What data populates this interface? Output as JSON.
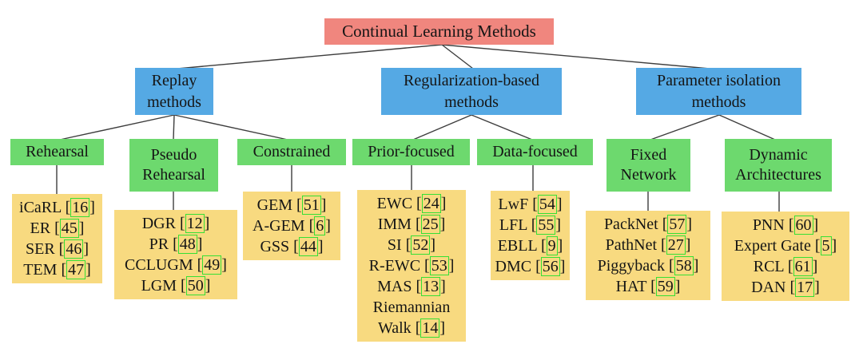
{
  "colors": {
    "root": "#F0867E",
    "branch": "#55A9E4",
    "category": "#6DD96E",
    "leaf": "#F8DA80",
    "ref": "#35E035",
    "line": "#3d3d3d"
  },
  "root": {
    "label": "Continual Learning Methods"
  },
  "branches": [
    {
      "label": "Replay methods"
    },
    {
      "label": "Regularization-based methods"
    },
    {
      "label": "Parameter isolation methods"
    }
  ],
  "categories": [
    {
      "label": "Rehearsal"
    },
    {
      "label": "Pseudo Rehearsal"
    },
    {
      "label": "Constrained"
    },
    {
      "label": "Prior-focused"
    },
    {
      "label": "Data-focused"
    },
    {
      "label": "Fixed Network"
    },
    {
      "label": "Dynamic Architectures"
    }
  ],
  "citation_brackets": {
    "open": "[",
    "close": "]"
  },
  "groups": [
    {
      "category": "Rehearsal",
      "methods": [
        {
          "label": "iCaRL",
          "ref": "16"
        },
        {
          "label": "ER",
          "ref": "45"
        },
        {
          "label": "SER",
          "ref": "46"
        },
        {
          "label": "TEM",
          "ref": "47"
        }
      ]
    },
    {
      "category": "Pseudo Rehearsal",
      "methods": [
        {
          "label": "DGR",
          "ref": "12"
        },
        {
          "label": "PR",
          "ref": "48"
        },
        {
          "label": "CCLUGM",
          "ref": "49"
        },
        {
          "label": "LGM",
          "ref": "50"
        }
      ]
    },
    {
      "category": "Constrained",
      "methods": [
        {
          "label": "GEM",
          "ref": "51"
        },
        {
          "label": "A-GEM",
          "ref": "6"
        },
        {
          "label": "GSS",
          "ref": "44"
        }
      ]
    },
    {
      "category": "Prior-focused",
      "methods": [
        {
          "label": "EWC",
          "ref": "24"
        },
        {
          "label": "IMM",
          "ref": "25"
        },
        {
          "label": "SI",
          "ref": "52"
        },
        {
          "label": "R-EWC",
          "ref": "53"
        },
        {
          "label": "MAS",
          "ref": "13"
        },
        {
          "label": "Riemannian Walk",
          "ref": "14"
        }
      ]
    },
    {
      "category": "Data-focused",
      "methods": [
        {
          "label": "LwF",
          "ref": "54"
        },
        {
          "label": "LFL",
          "ref": "55"
        },
        {
          "label": "EBLL",
          "ref": "9"
        },
        {
          "label": "DMC",
          "ref": "56"
        }
      ]
    },
    {
      "category": "Fixed Network",
      "methods": [
        {
          "label": "PackNet",
          "ref": "57"
        },
        {
          "label": "PathNet",
          "ref": "27"
        },
        {
          "label": "Piggyback",
          "ref": "58"
        },
        {
          "label": "HAT",
          "ref": "59"
        }
      ]
    },
    {
      "category": "Dynamic Architectures",
      "methods": [
        {
          "label": "PNN",
          "ref": "60"
        },
        {
          "label": "Expert Gate",
          "ref": "5"
        },
        {
          "label": "RCL",
          "ref": "61"
        },
        {
          "label": "DAN",
          "ref": "17"
        }
      ]
    }
  ]
}
